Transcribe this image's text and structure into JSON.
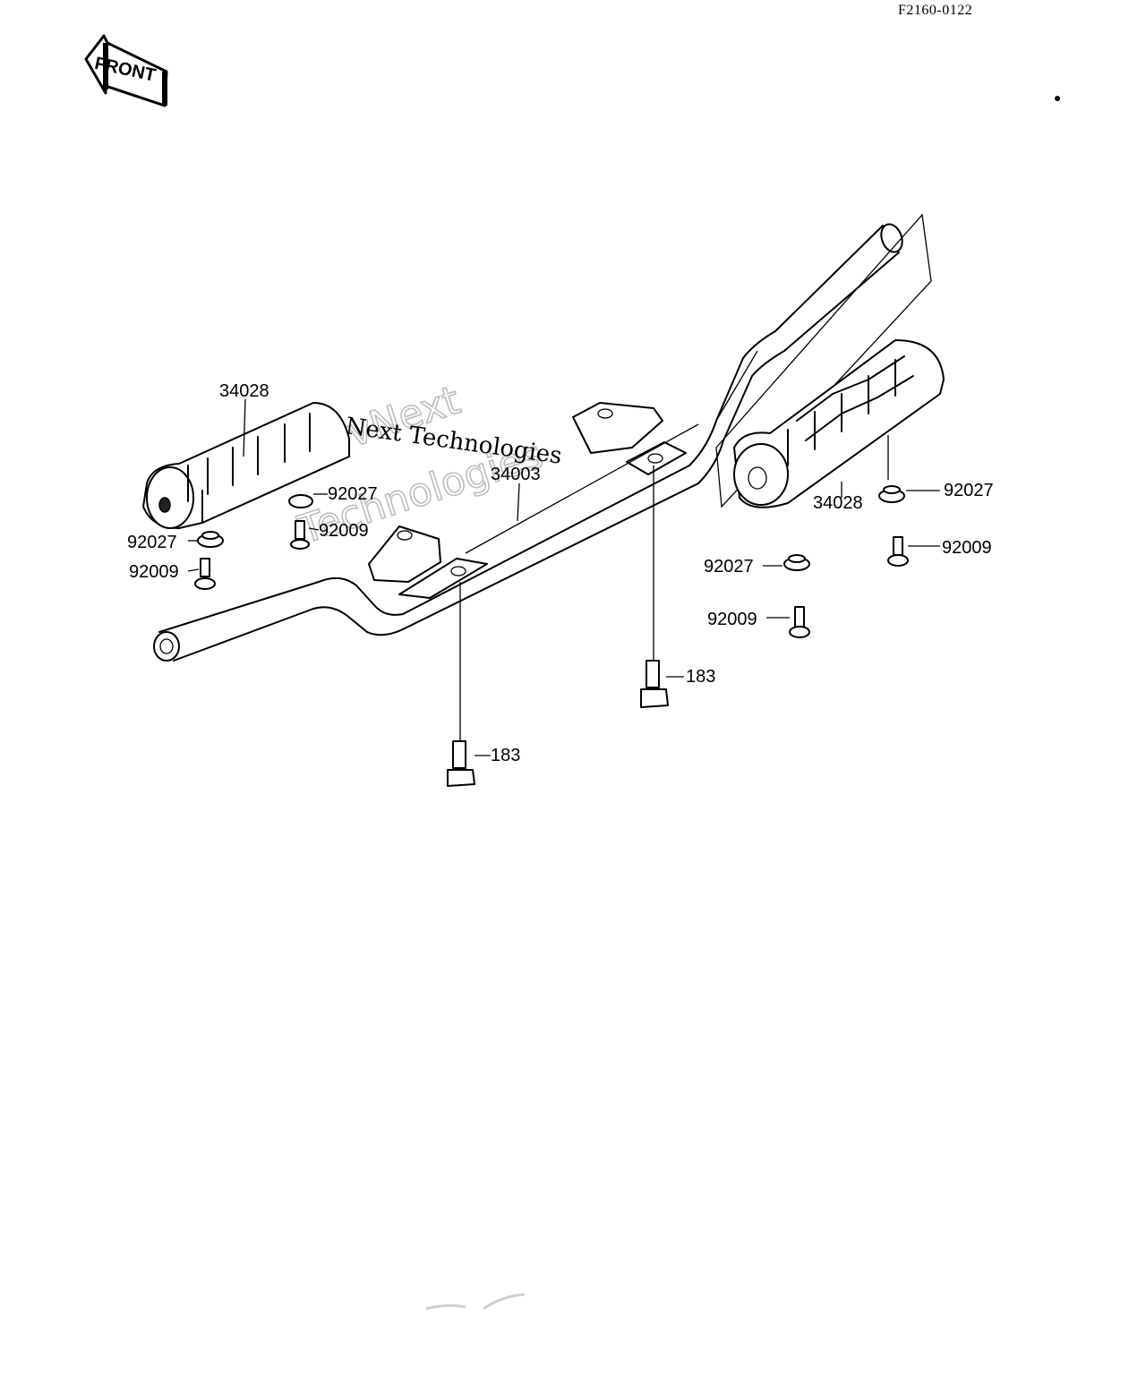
{
  "drawing_id": "F2160-0122",
  "front_label": "FRONT",
  "watermark": {
    "line1": "vNext",
    "line2": "Technologies",
    "line3": "Next Technologies"
  },
  "parts": {
    "footpeg_rubber_left": "34028",
    "footpeg_rubber_right": "34028",
    "footrest_bar": "34003",
    "washer_left_outer": "92027",
    "washer_left_inner": "92027",
    "washer_right_outer": "92027",
    "washer_right_inner": "92027",
    "screw_left_outer": "92009",
    "screw_left_inner": "92009",
    "screw_right_outer": "92009",
    "screw_right_inner": "92009",
    "bolt_center": "183",
    "bolt_right": "183"
  }
}
